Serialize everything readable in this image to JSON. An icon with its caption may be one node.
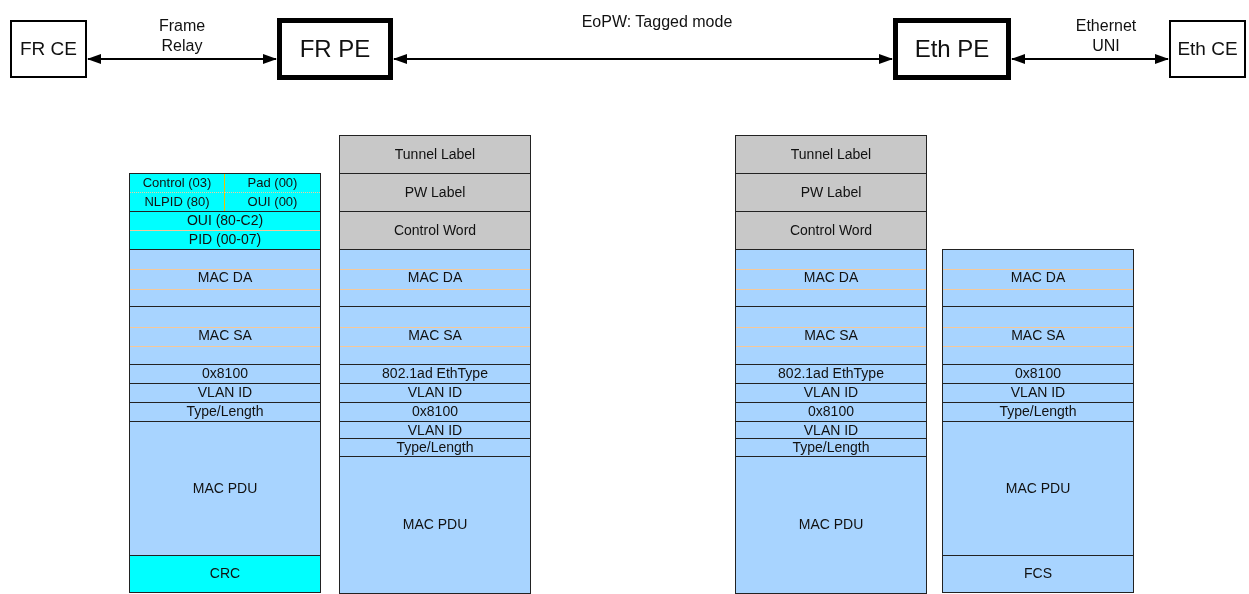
{
  "diagram": {
    "nodes": [
      {
        "text": [
          "FR CE"
        ]
      },
      {
        "text": [
          "FR PE"
        ]
      },
      {
        "text": [
          "Eth PE"
        ]
      },
      {
        "text": [
          "Eth CE"
        ]
      },
      {
        "text": [
          "Control (03)",
          "Pad (00)",
          "NLPID (80)",
          "OUI (00)"
        ]
      },
      {
        "text": [
          "OUI (80-C2)",
          "PID (00-07)"
        ]
      },
      {
        "text": [
          "MAC DA"
        ]
      },
      {
        "text": [
          "MAC SA"
        ]
      },
      {
        "text": [
          "0x8100"
        ]
      },
      {
        "text": [
          "VLAN ID"
        ]
      },
      {
        "text": [
          "Type/Length"
        ]
      },
      {
        "text": [
          "MAC PDU"
        ]
      },
      {
        "text": [
          "CRC"
        ]
      },
      {
        "text": [
          "Tunnel Label"
        ]
      },
      {
        "text": [
          "PW Label"
        ]
      },
      {
        "text": [
          "Control Word"
        ]
      },
      {
        "text": [
          "MAC DA"
        ]
      },
      {
        "text": [
          "MAC SA"
        ]
      },
      {
        "text": [
          "802.1ad EthType"
        ]
      },
      {
        "text": [
          "VLAN ID"
        ]
      },
      {
        "text": [
          "0x8100"
        ]
      },
      {
        "text": [
          "VLAN ID"
        ]
      },
      {
        "text": [
          "Type/Length"
        ]
      },
      {
        "text": [
          "MAC PDU"
        ]
      },
      {
        "text": [
          "Tunnel Label"
        ]
      },
      {
        "text": [
          "PW Label"
        ]
      },
      {
        "text": [
          "Control Word"
        ]
      },
      {
        "text": [
          "MAC DA"
        ]
      },
      {
        "text": [
          "MAC SA"
        ]
      },
      {
        "text": [
          "802.1ad EthType"
        ]
      },
      {
        "text": [
          "VLAN ID"
        ]
      },
      {
        "text": [
          "0x8100"
        ]
      },
      {
        "text": [
          "VLAN ID"
        ]
      },
      {
        "text": [
          "Type/Length"
        ]
      },
      {
        "text": [
          "MAC PDU"
        ]
      },
      {
        "text": [
          "MAC DA"
        ]
      },
      {
        "text": [
          "MAC SA"
        ]
      },
      {
        "text": [
          "0x8100"
        ]
      },
      {
        "text": [
          "VLAN ID"
        ]
      },
      {
        "text": [
          "Type/Length"
        ]
      },
      {
        "text": [
          "MAC PDU"
        ]
      },
      {
        "text": [
          "FCS"
        ]
      }
    ],
    "edges": [
      {
        "from": 0,
        "to": 1,
        "arrow": "both",
        "label": "Frame Relay"
      },
      {
        "from": 1,
        "to": 2,
        "arrow": "both",
        "label": "EoPW: Tagged mode"
      },
      {
        "from": 2,
        "to": 3,
        "arrow": "both",
        "label": "Ethernet UNI"
      }
    ]
  }
}
